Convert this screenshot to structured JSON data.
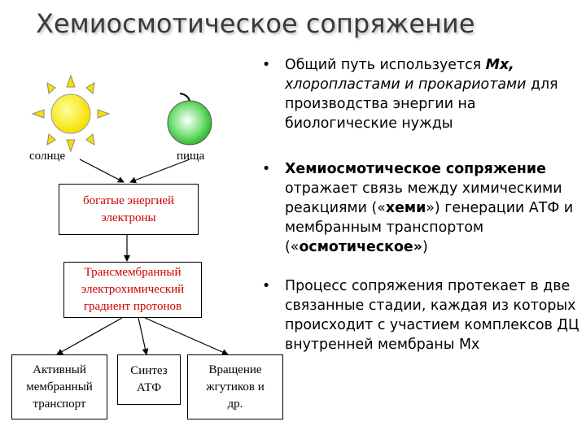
{
  "title": "Хемиосмотическое сопряжение",
  "diagram": {
    "sun_label": "солнце",
    "food_label": "пища",
    "electrons_box": [
      "богатые энергией",
      "электроны"
    ],
    "gradient_box": [
      "Трансмембранный",
      "электрохимический",
      "градиент протонов"
    ],
    "outputs": [
      [
        "Активный",
        "мембранный",
        "транспорт"
      ],
      [
        "Синтез",
        "АТФ"
      ],
      [
        "Вращение",
        "жгутиков и",
        "др."
      ]
    ],
    "colors": {
      "sun": "#f5e000",
      "food": "#3fd13f",
      "box_text": "#cc0000"
    }
  },
  "bullets": {
    "marker": "•",
    "b1": {
      "text1": "Общий путь используется ",
      "bold_italic1": "Мх,",
      "italic2": "хлоропластами и прокариотами",
      "text3": "для производства энергии на биологические нужды"
    },
    "b2": {
      "bold1": "Хемиосмотическое сопряжение",
      "text2": "отражает связь между химическими реакциями («",
      "bold3": "хеми",
      "text4": "») генерации АТФ и мембранным транспортом («",
      "bold5": "осмотическое»",
      "text6": ")"
    },
    "b3": {
      "text": "Процесс сопряжения протекает в две связанные стадии, каждая из которых происходит с участием комплексов ДЦ внутренней мембраны Мх"
    }
  }
}
